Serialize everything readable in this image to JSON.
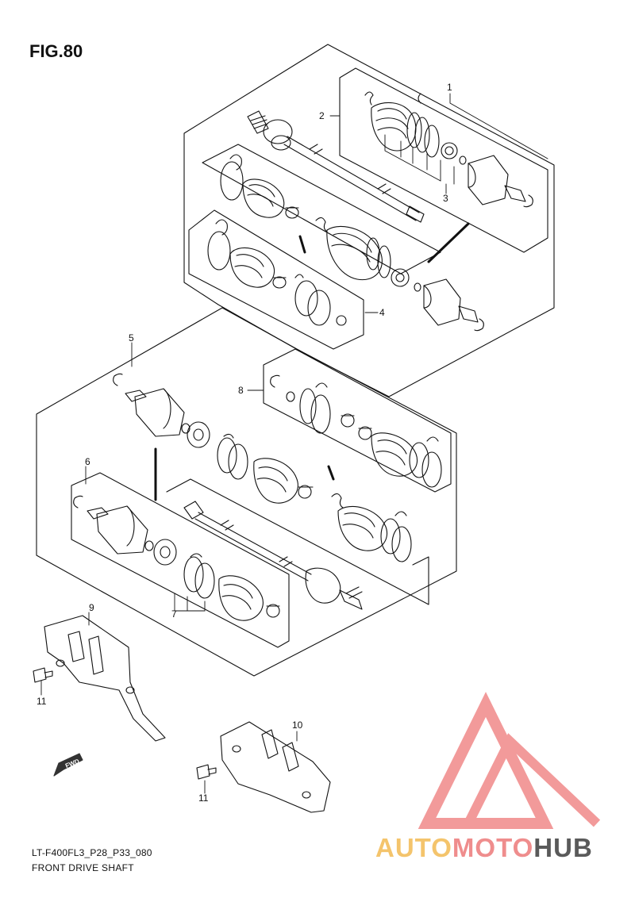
{
  "figure": {
    "title": "FIG.80",
    "model_code": "LT-F400FL3_P28_P33_080",
    "caption": "FRONT DRIVE SHAFT",
    "fwd_arrow_label": "FWD"
  },
  "callouts": [
    {
      "id": "c1",
      "text": "1"
    },
    {
      "id": "c2",
      "text": "2"
    },
    {
      "id": "c3",
      "text": "3"
    },
    {
      "id": "c4",
      "text": "4"
    },
    {
      "id": "c5",
      "text": "5"
    },
    {
      "id": "c6",
      "text": "6"
    },
    {
      "id": "c7",
      "text": "7"
    },
    {
      "id": "c8",
      "text": "8"
    },
    {
      "id": "c9",
      "text": "9"
    },
    {
      "id": "c10",
      "text": "10"
    },
    {
      "id": "c11a",
      "text": "11"
    },
    {
      "id": "c11b",
      "text": "11"
    }
  ],
  "watermark": {
    "part1": "AUTO",
    "part2": "MOTO",
    "part3": "HUB",
    "colors": {
      "part1": "#f4c46c",
      "part2": "#ef8d8d",
      "part3": "#5a5a5a",
      "logo": "#f29a9a"
    }
  }
}
